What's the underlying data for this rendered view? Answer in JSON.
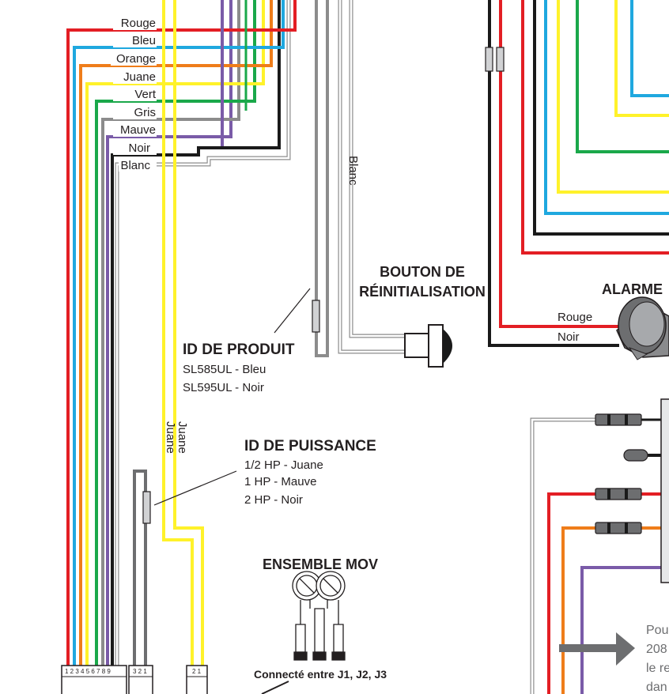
{
  "wire_colors": {
    "red": "#e31e24",
    "blue": "#1fa8df",
    "orange": "#ef7d1a",
    "yellow": "#fff22a",
    "green": "#1aa84a",
    "gray": "#8c8c8c",
    "purple": "#7a5ba8",
    "black": "#1a1a1a",
    "white": "#ffffff"
  },
  "wire_labels": [
    "Rouge",
    "Bleu",
    "Orange",
    "Juane",
    "Vert",
    "Gris",
    "Mauve",
    "Noir",
    "Blanc"
  ],
  "vertical_labels": {
    "blanc": "Blanc",
    "juane_1": "Juane",
    "juane_2": "Juane"
  },
  "reset_button": {
    "title_line1": "BOUTON DE",
    "title_line2": "RÉINITIALISATION"
  },
  "alarm": {
    "title": "ALARME",
    "red_label": "Rouge",
    "black_label": "Noir"
  },
  "product_id": {
    "title": "ID DE PRODUIT",
    "items": [
      "SL585UL - Bleu",
      "SL595UL - Noir"
    ]
  },
  "power_id": {
    "title": "ID DE PUISSANCE",
    "items": [
      "1/2 HP - Juane",
      "1 HP - Mauve",
      "2 HP - Noir"
    ]
  },
  "mov": {
    "title": "ENSEMBLE MOV",
    "caption": "Connecté entre J1, J2, J3"
  },
  "connectors": {
    "main_pins": "1 2 3 4 5 6 7 8 9",
    "three_pins": "3 2 1",
    "two_pins": "2 1"
  },
  "note_fragment": [
    "Pou",
    "208",
    "le re",
    "dan"
  ]
}
